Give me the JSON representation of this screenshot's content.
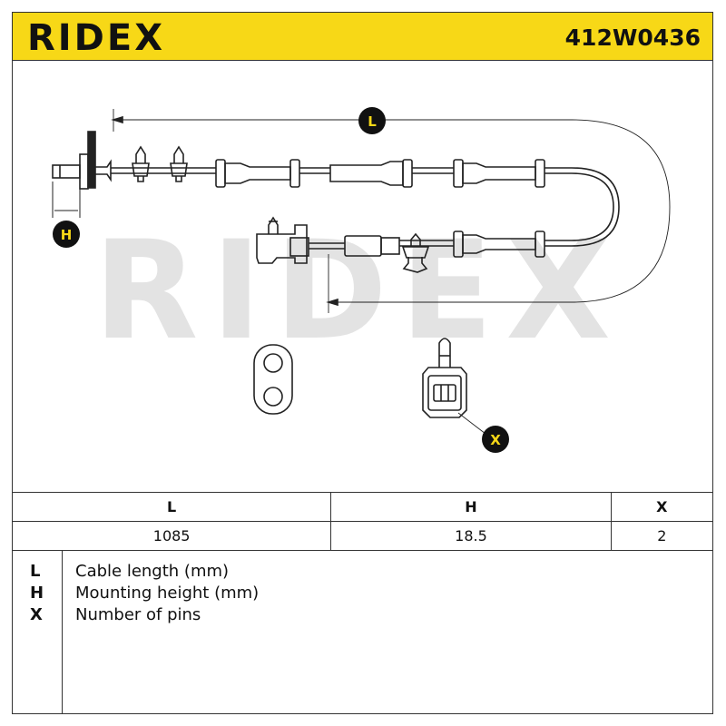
{
  "header": {
    "brand": "RIDEX",
    "part_number": "412W0436",
    "bg_color": "#f7d817"
  },
  "watermark": "RIDEX",
  "callouts": {
    "length": "L",
    "height": "H",
    "pins": "X"
  },
  "table": {
    "headers": [
      "L",
      "H",
      "X"
    ],
    "values": [
      "1085",
      "18.5",
      "2"
    ]
  },
  "legend": [
    {
      "key": "L",
      "desc": "Cable length (mm)"
    },
    {
      "key": "H",
      "desc": "Mounting height (mm)"
    },
    {
      "key": "X",
      "desc": "Number of pins"
    }
  ]
}
